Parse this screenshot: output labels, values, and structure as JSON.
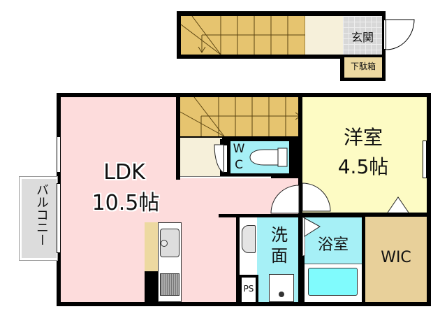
{
  "floorplan": {
    "rooms": {
      "ldk": {
        "name": "LDK",
        "size": "10.5帖",
        "color": "#fddcdc"
      },
      "western_room": {
        "name": "洋室",
        "size": "4.5帖",
        "color": "#fdfbc4"
      },
      "wc": {
        "line1": "W",
        "line2": "C",
        "color": "#a6f0f6"
      },
      "washroom": {
        "line1": "洗",
        "line2": "面",
        "color": "#a6f0f6"
      },
      "bathroom": {
        "name": "浴室",
        "color": "#a6f0f6",
        "tub_color": "#80fbfd"
      },
      "wic": {
        "name": "WIC",
        "color": "#e8d09a"
      },
      "entrance": {
        "name": "玄関",
        "color": "#d8d8d8"
      },
      "shoe_box": {
        "name": "下駄箱",
        "color": "#edd9a1"
      },
      "balcony": {
        "name": "バルコニー",
        "color": "#dcdcdc"
      },
      "ps": {
        "name": "PS"
      }
    },
    "colors": {
      "stairs": "#e6c46f",
      "hall": "#f6f0da",
      "wall": "#000000"
    }
  }
}
